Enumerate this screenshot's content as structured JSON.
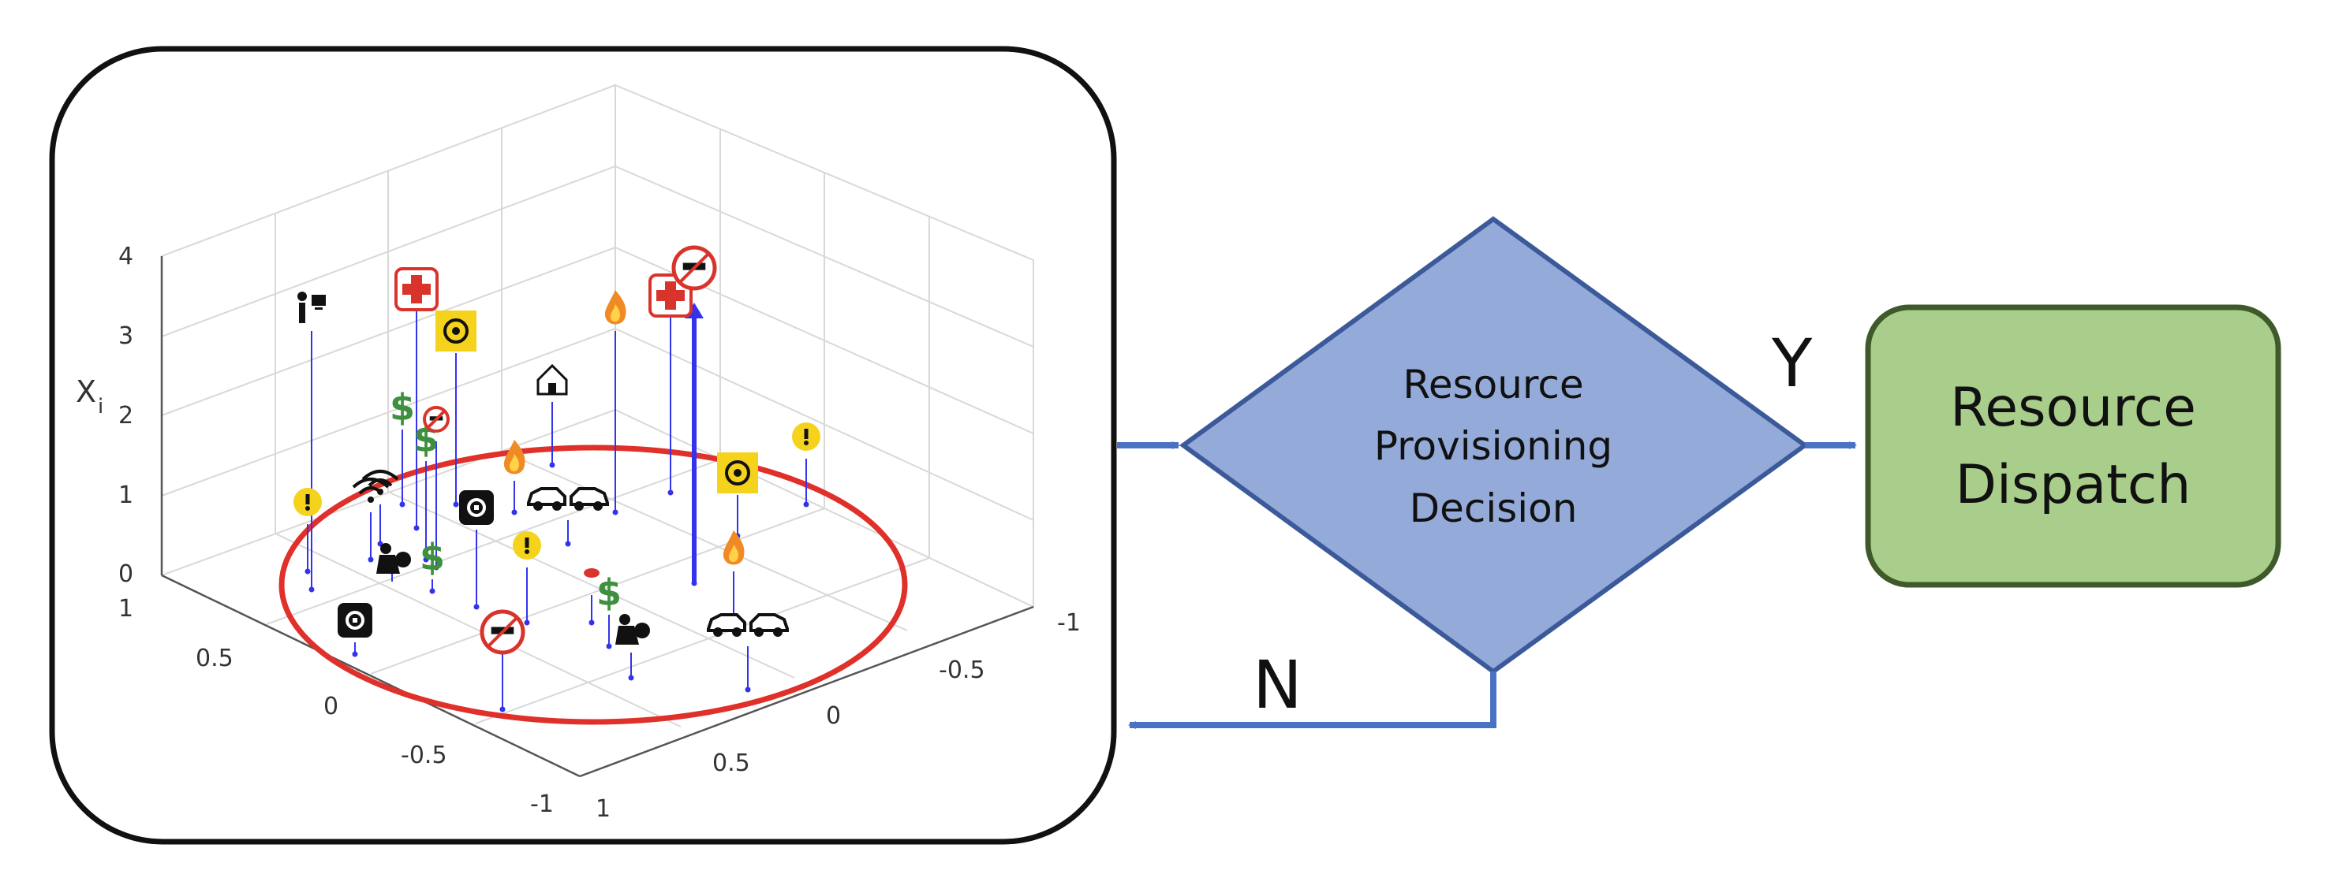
{
  "plot": {
    "z_axis_label": "X",
    "z_axis_subscript": "i",
    "z_ticks": [
      "0",
      "1",
      "2",
      "3",
      "4"
    ],
    "y_ticks": [
      "1",
      "0.5",
      "0",
      "-0.5",
      "-1"
    ],
    "x_ticks": [
      "-1",
      "-0.5",
      "0",
      "0.5",
      "1"
    ],
    "incident_icons": [
      "person-computer-icon",
      "medical-cross-icon",
      "biohazard-icon",
      "fire-icon",
      "medical-cross-icon",
      "no-gun-icon",
      "house-icon",
      "dollar-icon",
      "wifi-icon",
      "dollar-icon",
      "prohibited-icon",
      "warning-icon",
      "warning-icon",
      "wifi-icon",
      "robbery-icon",
      "dollar-icon",
      "rideshare-icon",
      "car-crash-icon",
      "biohazard-icon",
      "warning-icon",
      "dollar-icon",
      "rideshare-icon",
      "no-gun-icon",
      "robbery-icon",
      "car-crash-icon",
      "fire-icon",
      "fire-icon",
      "alarm-icon"
    ],
    "colors": {
      "stem": "#3333ee",
      "highlight_ellipse": "#e0302a",
      "warning": "#f5d21b",
      "dollar": "#3e8f3e",
      "medical": "#d9342b"
    }
  },
  "flowchart": {
    "decision": {
      "lines": [
        "Resource",
        "Provisioning",
        "Decision"
      ],
      "fill": "#94abda",
      "stroke": "#3c5a9a"
    },
    "dispatch": {
      "lines": [
        "Resource",
        "Dispatch"
      ],
      "fill": "#a9cd8a",
      "stroke": "#3f5a2a"
    },
    "yes_label": "Y",
    "no_label": "N",
    "arrow_color": "#4a72c4"
  }
}
